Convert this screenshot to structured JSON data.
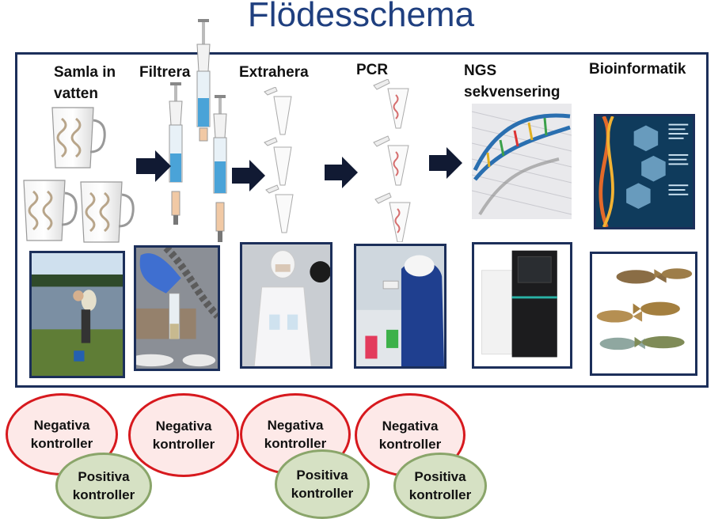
{
  "title": "Flödesschema",
  "steps": [
    {
      "line1": "Samla in",
      "line2": "vatten"
    },
    {
      "line1": "Filtrera",
      "line2": ""
    },
    {
      "line1": "Extrahera",
      "line2": ""
    },
    {
      "line1": "PCR",
      "line2": ""
    },
    {
      "line1": "NGS",
      "line2": "sekvensering"
    },
    {
      "line1": "Bioinformatik",
      "line2": ""
    }
  ],
  "controls": {
    "negative": [
      "Negativa",
      "kontroller"
    ],
    "positive": [
      "Positiva",
      "kontroller"
    ]
  },
  "colors": {
    "title": "#1f3f7f",
    "frame": "#1c2f5a",
    "arrow": "#111a33",
    "negative_fill": "#fde9e8",
    "negative_border": "#d7191e",
    "positive_fill": "#d6e1c4",
    "positive_border": "#8aa56a"
  }
}
